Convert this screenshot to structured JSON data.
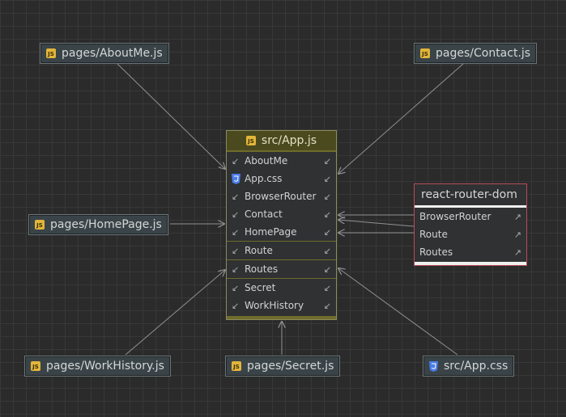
{
  "colors": {
    "background": "#2b2b2b",
    "edge": "#8f9193",
    "panel_border": "#8b8b5c",
    "panel_header": "#4b4a1f",
    "external_border": "#b84b58",
    "js_icon": "#e2b53a",
    "css_icon": "#4a7de8"
  },
  "nodes": {
    "about": "pages/AboutMe.js",
    "contact": "pages/Contact.js",
    "homepage": "pages/HomePage.js",
    "workhistory": "pages/WorkHistory.js",
    "secret": "pages/Secret.js",
    "appcss": "src/App.css"
  },
  "main_panel": {
    "title": "src/App.js",
    "icon": "js-file-icon",
    "rows": [
      {
        "label": "AboutMe",
        "icon": "import-arrow-icon"
      },
      {
        "label": "App.css",
        "icon": "css-file-icon"
      },
      {
        "label": "BrowserRouter",
        "icon": "import-arrow-icon"
      },
      {
        "label": "Contact",
        "icon": "import-arrow-icon"
      },
      {
        "label": "HomePage",
        "icon": "import-arrow-icon"
      },
      {
        "label": "Route",
        "icon": "import-arrow-icon"
      },
      {
        "label": "Routes",
        "icon": "import-arrow-icon"
      },
      {
        "label": "Secret",
        "icon": "import-arrow-icon"
      },
      {
        "label": "WorkHistory",
        "icon": "import-arrow-icon"
      }
    ]
  },
  "external_panel": {
    "title": "react-router-dom",
    "rows": [
      {
        "label": "BrowserRouter",
        "icon": "export-arrow-icon"
      },
      {
        "label": "Route",
        "icon": "export-arrow-icon"
      },
      {
        "label": "Routes",
        "icon": "export-arrow-icon"
      }
    ]
  }
}
